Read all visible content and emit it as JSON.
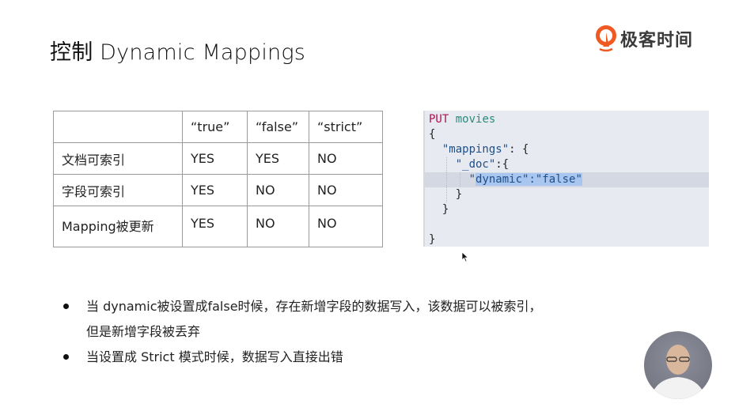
{
  "slide": {
    "title": "控制 Dynamic Mappings"
  },
  "logo": {
    "text": "极客时间",
    "brand_color": "#f05a22"
  },
  "table": {
    "headers": [
      "",
      "“true”",
      "“false”",
      "“strict”"
    ],
    "rows": [
      [
        "文档可索引",
        "YES",
        "YES",
        "NO"
      ],
      [
        "字段可索引",
        "YES",
        "NO",
        "NO"
      ],
      [
        "Mapping被更新",
        "YES",
        "NO",
        "NO"
      ]
    ]
  },
  "code": {
    "method": "PUT",
    "index": "movies",
    "lines": {
      "open_brace": "{",
      "mappings_key": "\"mappings\"",
      "mappings_sep": ": {",
      "doc_key": "\"_doc\"",
      "doc_sep": ":{",
      "dynamic_quote": "\"",
      "dynamic_key_selected": "dynamic\":\"false\"",
      "close_doc": "}",
      "close_mappings": "}",
      "close_root": "}"
    },
    "colors": {
      "method": "#b0124b",
      "index": "#2a8a7a",
      "key": "#1f4f86",
      "string": "#1f7a1f",
      "selection": "#a9c6f0"
    }
  },
  "bullets": [
    {
      "line1": "当 dynamic被设置成false时候，存在新增字段的数据写入，该数据可以被索引，",
      "line2": "但是新增字段被丢弃"
    },
    {
      "line1": "当设置成 Strict 模式时候，数据写入直接出错"
    }
  ],
  "presenter": {
    "icon": "presenter-video-thumbnail"
  }
}
